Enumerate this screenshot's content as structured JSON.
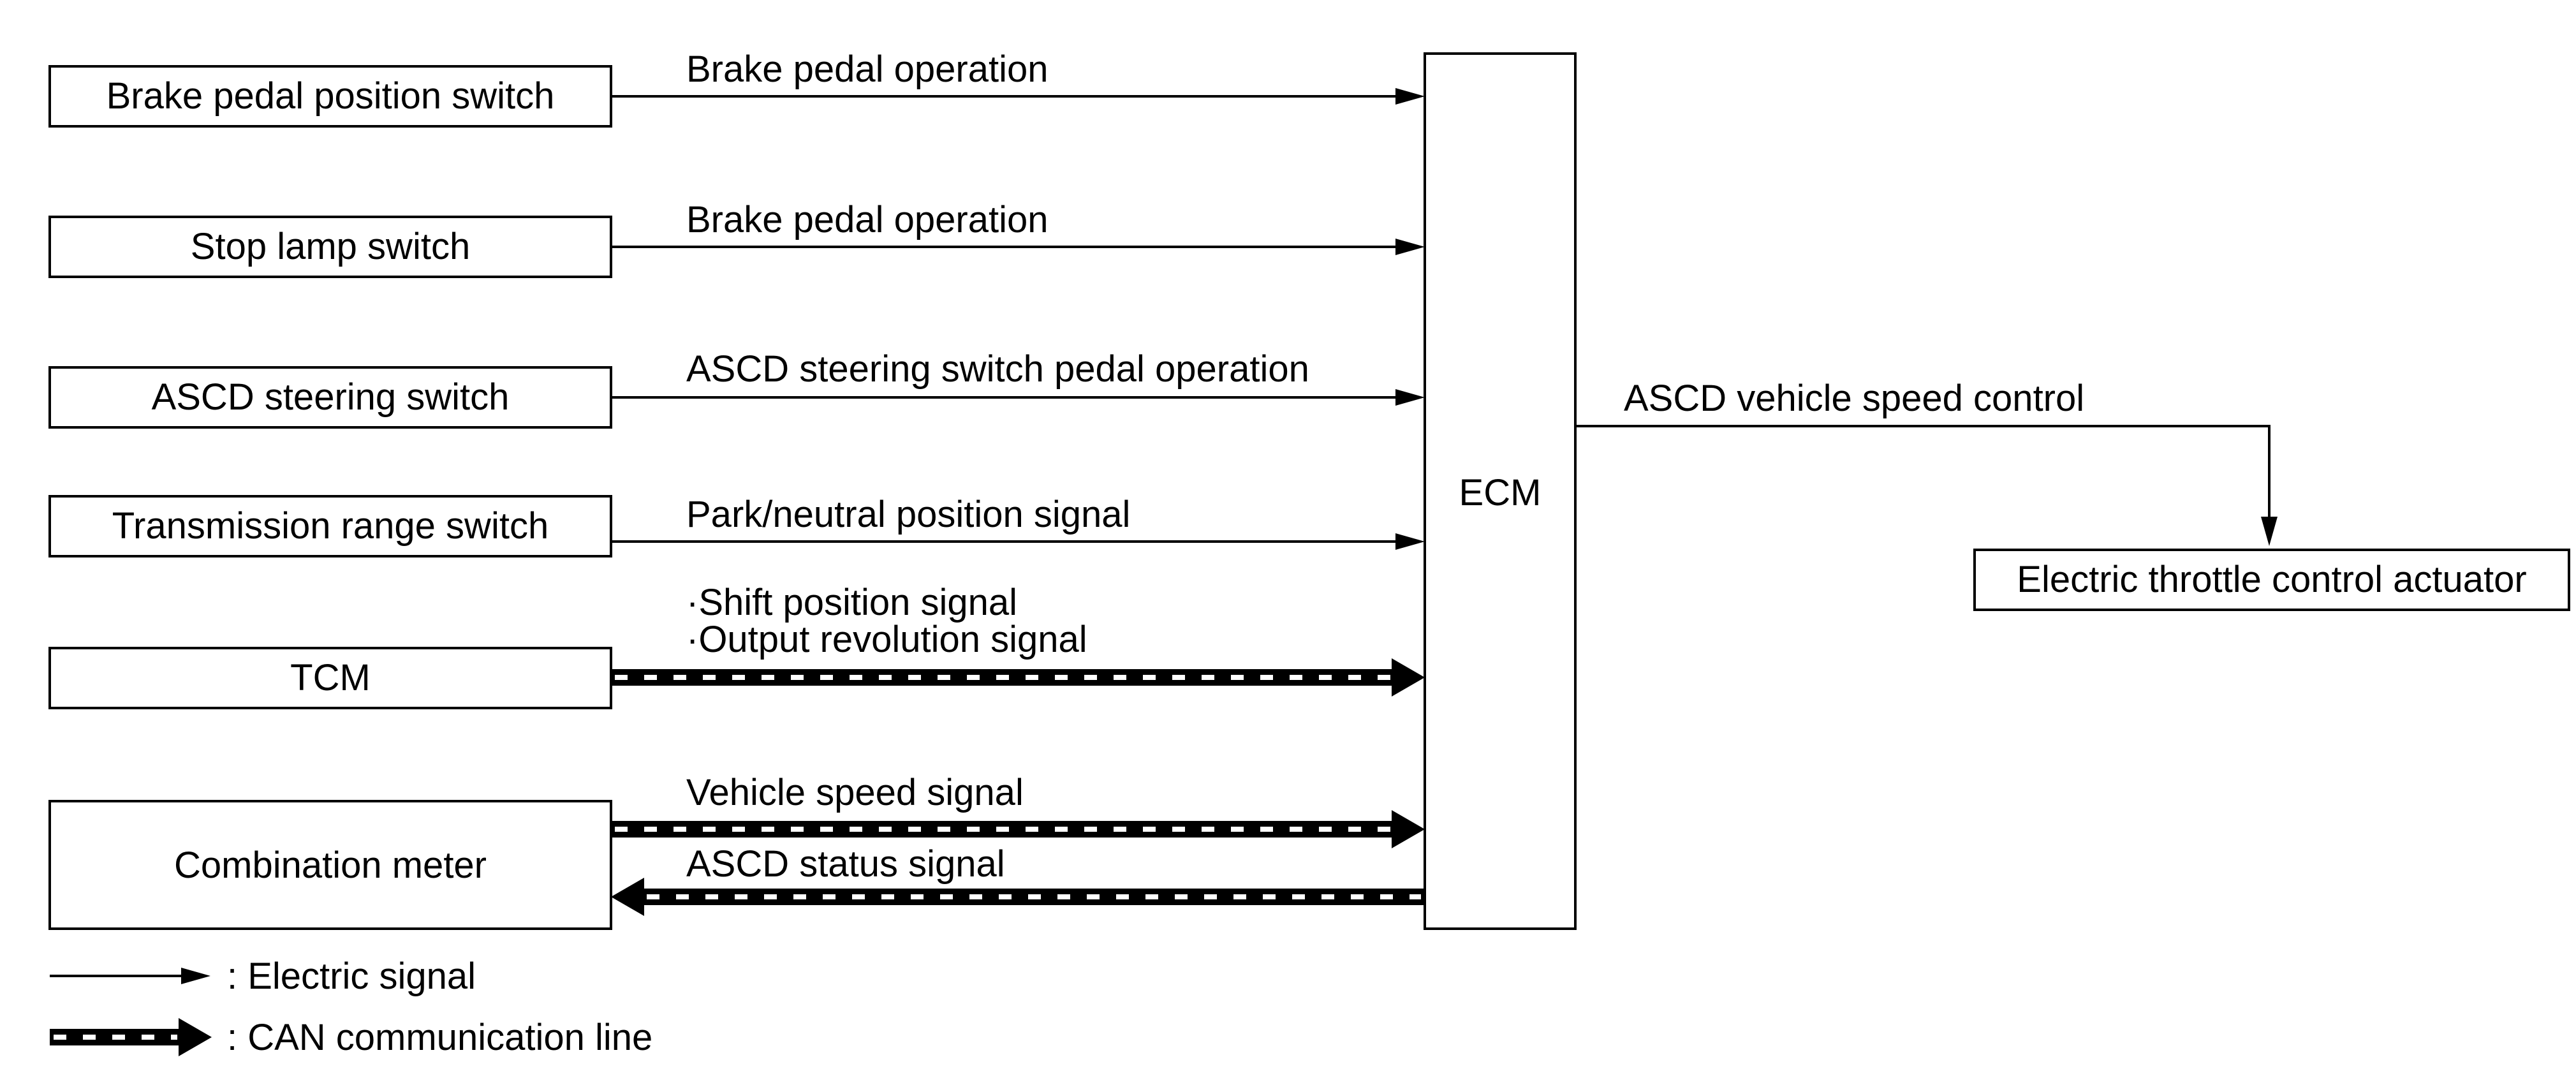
{
  "inputs": [
    {
      "name": "Brake pedal position switch",
      "signal": "Brake pedal operation",
      "line": "electric",
      "direction": "to-ecm"
    },
    {
      "name": "Stop lamp switch",
      "signal": "Brake pedal operation",
      "line": "electric",
      "direction": "to-ecm"
    },
    {
      "name": "ASCD steering switch",
      "signal": "ASCD steering switch pedal operation",
      "line": "electric",
      "direction": "to-ecm"
    },
    {
      "name": "Transmission range switch",
      "signal": "Park/neutral position signal",
      "line": "electric",
      "direction": "to-ecm"
    },
    {
      "name": "TCM",
      "signal_line1": "·Shift position signal",
      "signal_line2": "·Output revolution signal",
      "line": "can",
      "direction": "to-ecm"
    },
    {
      "name": "Combination meter",
      "signal_in": "Vehicle speed signal",
      "signal_out": "ASCD status signal",
      "line": "can",
      "direction": "both"
    }
  ],
  "ecm": {
    "name": "ECM"
  },
  "output": {
    "signal": "ASCD vehicle speed control",
    "name": "Electric throttle control actuator"
  },
  "legend": {
    "electric": ": Electric signal",
    "can": ": CAN communication line"
  },
  "colors": {
    "line": "#000000",
    "background": "#ffffff",
    "can_dash": "#ffffff"
  }
}
